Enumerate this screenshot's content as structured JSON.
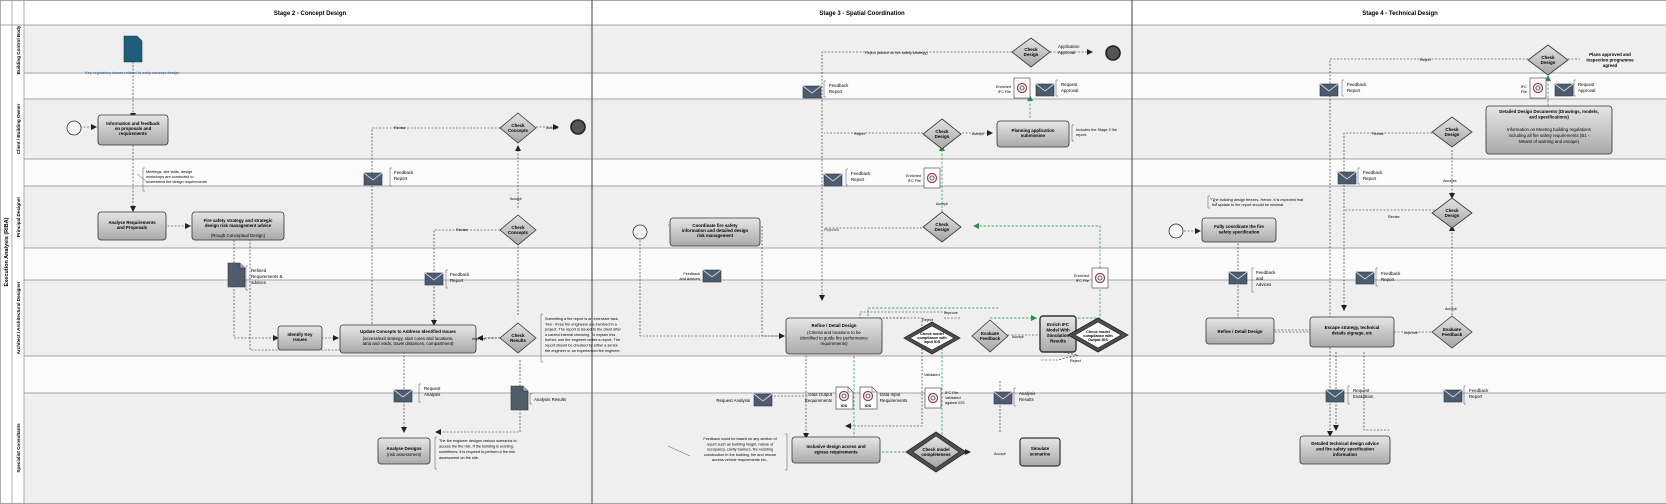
{
  "pool": {
    "label": "Execution Analysis (RIBA)"
  },
  "stages": [
    {
      "title": "Stage 2 - Concept Design"
    },
    {
      "title": "Stage 3 - Spatial Coordination"
    },
    {
      "title": "Stage 4 - Technical Design"
    }
  ],
  "lanes": [
    {
      "label": "Building Control Body"
    },
    {
      "label": "Client / Building Owner"
    },
    {
      "label": "Principal Designer"
    },
    {
      "label": "Architect / Architectural Designer"
    },
    {
      "label": "Specialist Consultants"
    }
  ],
  "stage2": {
    "doc_note": "Key regulatory issues related to early concept design",
    "task_info": [
      "Information and feedback",
      "on proposals and",
      "requirements"
    ],
    "meetings_note": [
      "Meetings, site visits, design",
      "workshops are conducted to",
      "understand the design requirements"
    ],
    "task_analyse_req": [
      "Analyse Requirements",
      "and Proposals"
    ],
    "task_fire_strategy": [
      "Fire safety strategy and strategic",
      "design risk management advice"
    ],
    "task_fire_strategy_sub": "(Rough Conceptual Design)",
    "refined_doc": [
      "Refined",
      "Requirements &",
      "advices"
    ],
    "task_identify": [
      "Identify Key",
      "Issues"
    ],
    "task_update": "Update Concepts to Address Identified Issues",
    "task_update_sub": [
      "(access/exit strategy, stair cores and locations,",
      "atria and voids, travel distances, compartment)"
    ],
    "gw_check_concepts_client": [
      "Check",
      "Concepts"
    ],
    "gw_check_concepts_pd": [
      "Check",
      "Concepts"
    ],
    "gw_check_results": [
      "Check",
      "Results"
    ],
    "label_revise": "Revise",
    "label_accept": "Accept",
    "label_improve": "Improve",
    "feedback_report": [
      "Feedback",
      "Report"
    ],
    "request_analysis": [
      "Request",
      "Analysis"
    ],
    "analysis_results": "Analysis Results",
    "task_analyse_designs": "Analyse Designs",
    "task_analyse_designs_sub": "(risk assessment)",
    "fire_report_note": [
      "Submitting a fire report is an extensive task.",
      "Two - three fire engineers are involved in a",
      "project. The report is issued to the client after",
      "a careful internal checking. To explain this",
      "further, one fire engineer writes a report. The",
      "report should be checked by either a senior",
      "fire engineer or an experienced fire engineer."
    ],
    "scenario_note": [
      "The fire engineer designs various scenarios to",
      "access the fire risk. If the building is existing,",
      "sometimes, it is required to perform a fire risk",
      "assessment on the site."
    ]
  },
  "stage3": {
    "reject_note": "Reject  (advice on fire safety strategy)",
    "gw_check_design_bcb": [
      "Check",
      "Design"
    ],
    "application_approval": [
      "Application",
      "Approval"
    ],
    "enriched_ifc": [
      "Enriched",
      "IFC File"
    ],
    "request_approval": [
      "Request",
      "Approval"
    ],
    "feedback_report": [
      "Feedback",
      "Report"
    ],
    "label_reject": "Reject",
    "label_rejected": "Rejected",
    "label_accept": "Accept",
    "label_improve": "Improve",
    "label_validated": "Validated",
    "gw_check_design_client": [
      "Check",
      "Design"
    ],
    "task_planning": [
      "Planning application",
      "submission"
    ],
    "planning_note": [
      "Includes the Stage 3 fire",
      "report."
    ],
    "gw_check_design_pd": [
      "Check",
      "Design"
    ],
    "task_coordinate": [
      "Coordinate fire safety",
      "information and detailed design",
      "risk management"
    ],
    "feedback_advices": [
      "Feedback",
      "and Advices"
    ],
    "task_refine": "Refine / Detail Design",
    "task_refine_sub": [
      "(Criteria and locations to be",
      "identified to guide fire performance",
      "requirements)"
    ],
    "gw_check_ids": [
      "Check model",
      "compliance with",
      "Input IDS"
    ],
    "task_evaluate": [
      "Evaluate",
      "Feedback"
    ],
    "task_enrich": [
      "Enrich IFC",
      "Model With",
      "Simulation",
      "Results"
    ],
    "gw_check_output_ids": [
      "Check model",
      "compliance with",
      "Output IDS"
    ],
    "data_output": [
      "Data Output",
      "Requirements"
    ],
    "data_input": [
      "Data Input",
      "Requirements"
    ],
    "ids_label": "IDS",
    "ifc_validated": [
      "IFC File",
      "Validated",
      "against IDS"
    ],
    "analysis_results": [
      "Analysis",
      "Results"
    ],
    "request_analysis": "Request Analysis",
    "task_inclusive": [
      "Inclusive design access and",
      "egress requirements"
    ],
    "gw_completeness": [
      "Check model",
      "completeness"
    ],
    "task_simulate": [
      "Simulate",
      "scenarios"
    ],
    "feedback_note": [
      "Feedback could be based on any section of",
      "report such as building height, nature of",
      "occupancy, cavity barriers, fire resisting",
      "construction in the building, fire and rescue",
      "access vehicle requirements etc.."
    ]
  },
  "stage4": {
    "label_reject": "Reject",
    "gw_check_design_bcb": [
      "Check",
      "Design"
    ],
    "plans_approved": [
      "Plans approved and",
      "inspection programme",
      "agreed"
    ],
    "feedback_report": [
      "Feedback",
      "Report"
    ],
    "ifc_file": [
      "IFC",
      "File"
    ],
    "request_approval": [
      "Request",
      "Approval"
    ],
    "label_revise": "Revise",
    "label_accepts": "Accepts",
    "label_accept": "Accept",
    "label_improve": "Improve",
    "gw_check_design_client": [
      "Check",
      "Design"
    ],
    "task_detailed_docs": [
      "Detailed Design Documents (Drawings, models,",
      "and specifications)"
    ],
    "task_detailed_docs_sub": [
      "Information on Meeting building regulations",
      "including all fire safety requirements (B1 -",
      "Means of warning and escape)"
    ],
    "freeze_note": [
      "The building design freezes. Hence, it is expected that",
      "the update to fire report should be minimal."
    ],
    "task_coordinate": [
      "Fully coordinate the fire",
      "safety specification"
    ],
    "gw_check_design_pd": [
      "Check",
      "Design"
    ],
    "feedback_advices": [
      "Feedback",
      "and",
      "Advices"
    ],
    "task_refine": "Refine / Detail Design",
    "task_escape": [
      "Escape strategy, technical",
      "details signage, etc"
    ],
    "gw_evaluate": [
      "Evaluate",
      "Feedback"
    ],
    "request_evaluation": [
      "Request",
      "Evaluation"
    ],
    "task_detailed_tech": [
      "Detailed technical design advice",
      "and fire safety specification",
      "information"
    ]
  }
}
